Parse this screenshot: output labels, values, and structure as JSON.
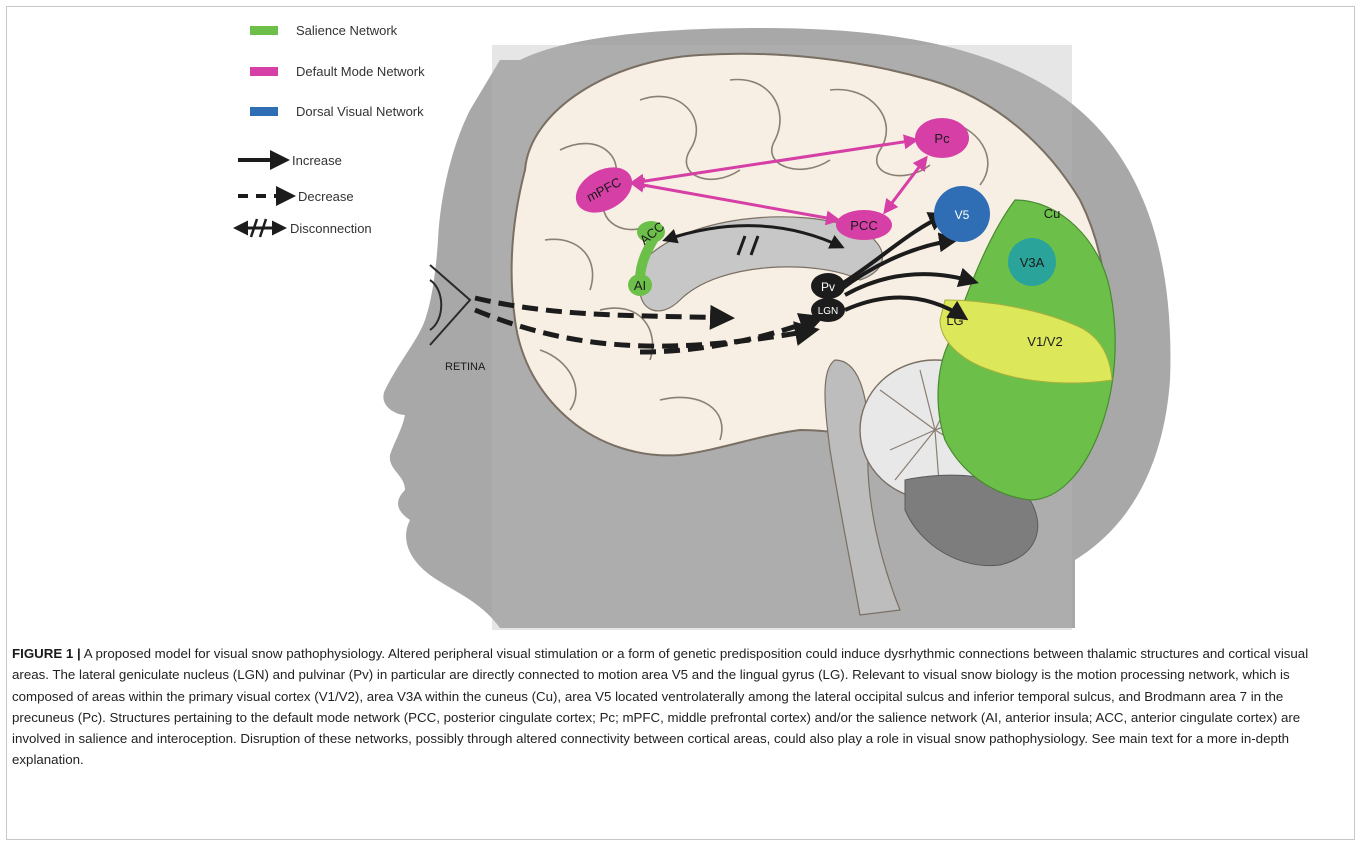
{
  "figure": {
    "legend": {
      "salience": {
        "label": "Salience Network",
        "color": "#6cc04a"
      },
      "default_mode": {
        "label": "Default Mode Network",
        "color": "#d63fa6"
      },
      "dorsal_visual": {
        "label": "Dorsal Visual Network",
        "color": "#2f6db5"
      },
      "increase": "Increase",
      "decrease": "Decrease",
      "disconnection": "Disconnection"
    },
    "regions": {
      "pc": "Pc",
      "mpfc": "mPFC",
      "pcc": "PCC",
      "v5": "V5",
      "acc": "ACC",
      "ai": "AI",
      "pv": "Pv",
      "lgn": "LGN",
      "cu": "Cu",
      "v3a": "V3A",
      "lg": "LG",
      "v1v2": "V1/V2",
      "retina": "RETINA"
    },
    "colors": {
      "head": "#a8a8a8",
      "brain": "#f7efe3",
      "brain_outline": "#7a6f63",
      "cuneus_green": "#6cc04a",
      "yellow": "#dce85a",
      "v3a_teal": "#2aa39a",
      "dark_node": "#1c1c1c"
    }
  },
  "caption": {
    "label": "FIGURE 1 |",
    "text": " A proposed model for visual snow pathophysiology. Altered peripheral visual stimulation or a form of genetic predisposition could induce dysrhythmic connections between thalamic structures and cortical visual areas. The lateral geniculate nucleus (LGN) and pulvinar (Pv) in particular are directly connected to motion area V5 and the lingual gyrus (LG). Relevant to visual snow biology is the motion processing network, which is composed of areas within the primary visual cortex (V1/V2), area V3A within the cuneus (Cu), area V5 located ventrolaterally among the lateral occipital sulcus and inferior temporal sulcus, and Brodmann area 7 in the precuneus (Pc). Structures pertaining to the default mode network (PCC, posterior cingulate cortex; Pc; mPFC, middle prefrontal cortex) and/or the salience network (AI, anterior insula; ACC, anterior cingulate cortex) are involved in salience and interoception. Disruption of these networks, possibly through altered connectivity between cortical areas, could also play a role in visual snow pathophysiology. See main text for a more in-depth explanation."
  }
}
